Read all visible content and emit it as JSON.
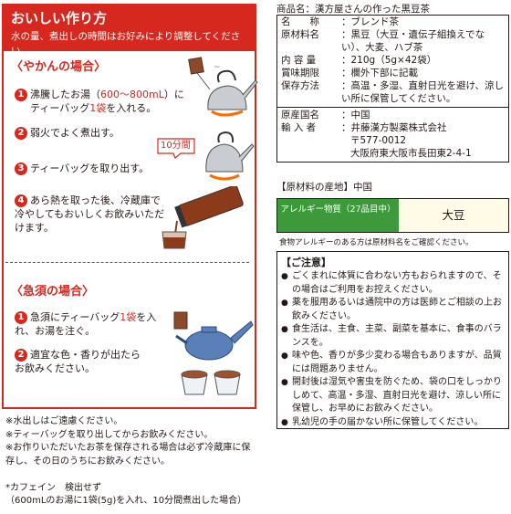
{
  "howto": {
    "title": "おいしい作り方",
    "subtitle": "水の量、煮出しの時間はお好みにより調整してください。",
    "kettle_title": "〈やかんの場合〉",
    "kettle_steps": [
      {
        "num": "1",
        "text_a": "沸騰したお湯（",
        "red_a": "600〜800mL",
        "text_b": "）に",
        "text_c": "ティーバッグ",
        "red_b": "1袋",
        "text_d": "を入れる。"
      },
      {
        "num": "2",
        "text": "弱火でよく煮出す。"
      },
      {
        "num": "3",
        "text": "ティーバッグを取り出す。"
      },
      {
        "num": "4",
        "text": "あら熱を取った後、冷蔵庫で冷やしてもおいしくお飲みいただけます。"
      }
    ],
    "timer_label": "10分間",
    "pot_title": "〈急須の場合〉",
    "pot_steps": [
      {
        "num": "1",
        "text_a": "急須にティーバッグ",
        "red_a": "1袋",
        "text_b": "を入れ、お湯を注ぐ。"
      },
      {
        "num": "2",
        "text": "適宜な色・香りが出たらお飲みください。"
      }
    ]
  },
  "notes": [
    "※水出しはご遠慮ください。",
    "※ティーバッグを取り出してからお飲みください。",
    "※お作りいただいたお茶を保存される場合は必ず冷蔵庫に保存し、その日のうちにお飲みください。"
  ],
  "caffeine": {
    "line1": "*カフェイン　検出せず",
    "line2": "（600mLのお湯に1袋(5g)を入れ、10分間煮出した場合）"
  },
  "product": {
    "name_line": "商品名：漢方屋さんの作った黒豆茶",
    "rows": [
      {
        "k": "名　　称",
        "v": "：ブレンド茶"
      },
      {
        "k": "原材料名",
        "v": "：黒豆（大豆・遺伝子組換えでない）、大麦、ハブ茶"
      },
      {
        "k": "内 容 量",
        "v": "：210g（5g×42袋）"
      },
      {
        "k": "賞味期限",
        "v": "：欄外下部に記載"
      },
      {
        "k": "保存方法",
        "v": "：高温・多湿、直射日光を避け、涼しい所に保管してください。"
      }
    ],
    "rows2": [
      {
        "k": "原産国名",
        "v": "：中国"
      },
      {
        "k": "輸 入 者",
        "v": "：井藤漢方製薬株式会社"
      },
      {
        "k": "",
        "v": "〒577-0012"
      },
      {
        "k": "",
        "v": "大阪府東大阪市長田東2-4-1"
      }
    ],
    "origin": "【原材料の産地】中国",
    "allergy_label": "アレルギー物質（27品目中）",
    "allergy_value": "大豆",
    "allergy_note": "食物アレルギーのある方は原材料名をご確認ください。"
  },
  "caution": {
    "title": "【ご注意】",
    "items": [
      "ごくまれに体質に合わない方もおられますので、その場合はご利用をお控えください。",
      "薬を服用あるいは通院中の方は医師とご相談の上お飲みください。",
      "食生活は、主食、主菜、副菜を基本に、食事のバランスを。",
      "味や色、香りが多少変わる場合もありますが、品質には問題ありません。",
      "開封後は湿気や害虫を防ぐため、袋の口をしっかりしめて、高温・多湿、直射日光を避け、涼しい所に保管し、お早めにお飲みください。",
      "乳幼児の手の届かない所に保管してください。"
    ]
  },
  "colors": {
    "accent": "#d7281f",
    "allergy_green": "#3d9a3a"
  }
}
